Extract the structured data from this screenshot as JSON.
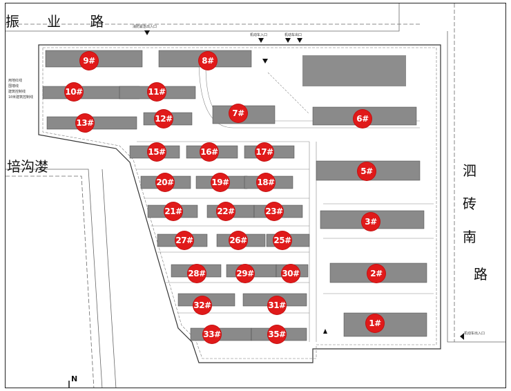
{
  "roads": {
    "north": "业  路",
    "north_prefix": "振",
    "north_suffix": "",
    "west": "培沟漤",
    "east": [
      "泗",
      "砖",
      "南",
      "路"
    ]
  },
  "entrances": {
    "fire_entry": "消防紧急出入口",
    "vehicle_entry": "机动车入口",
    "vehicle_exit": "机动车出口",
    "vehicle_entry_exit": "机动车出入口"
  },
  "buildings": {
    "b1": "1#",
    "b2": "2#",
    "b3": "3#",
    "b5": "5#",
    "b6": "6#",
    "b7": "7#",
    "b8": "8#",
    "b9": "9#",
    "b10": "10#",
    "b11": "11#",
    "b12": "12#",
    "b13": "13#",
    "b15": "15#",
    "b16": "16#",
    "b17": "17#",
    "b18": "18#",
    "b19": "19#",
    "b20": "20#",
    "b21": "21#",
    "b22": "22#",
    "b23": "23#",
    "b25": "25#",
    "b26": "26#",
    "b27": "27#",
    "b28": "28#",
    "b29": "29#",
    "b30": "30#",
    "b31": "31#",
    "b32": "32#",
    "b33": "33#",
    "b35": "35#"
  },
  "notes": {
    "building_line": "建筑控制线",
    "red_line": "用地红线",
    "setback": "10米建筑控制线",
    "rail": "围墙线"
  },
  "colors": {
    "marker": "#e01a1a",
    "building_fill": "#8a8a8a",
    "plan_line": "#555555"
  }
}
